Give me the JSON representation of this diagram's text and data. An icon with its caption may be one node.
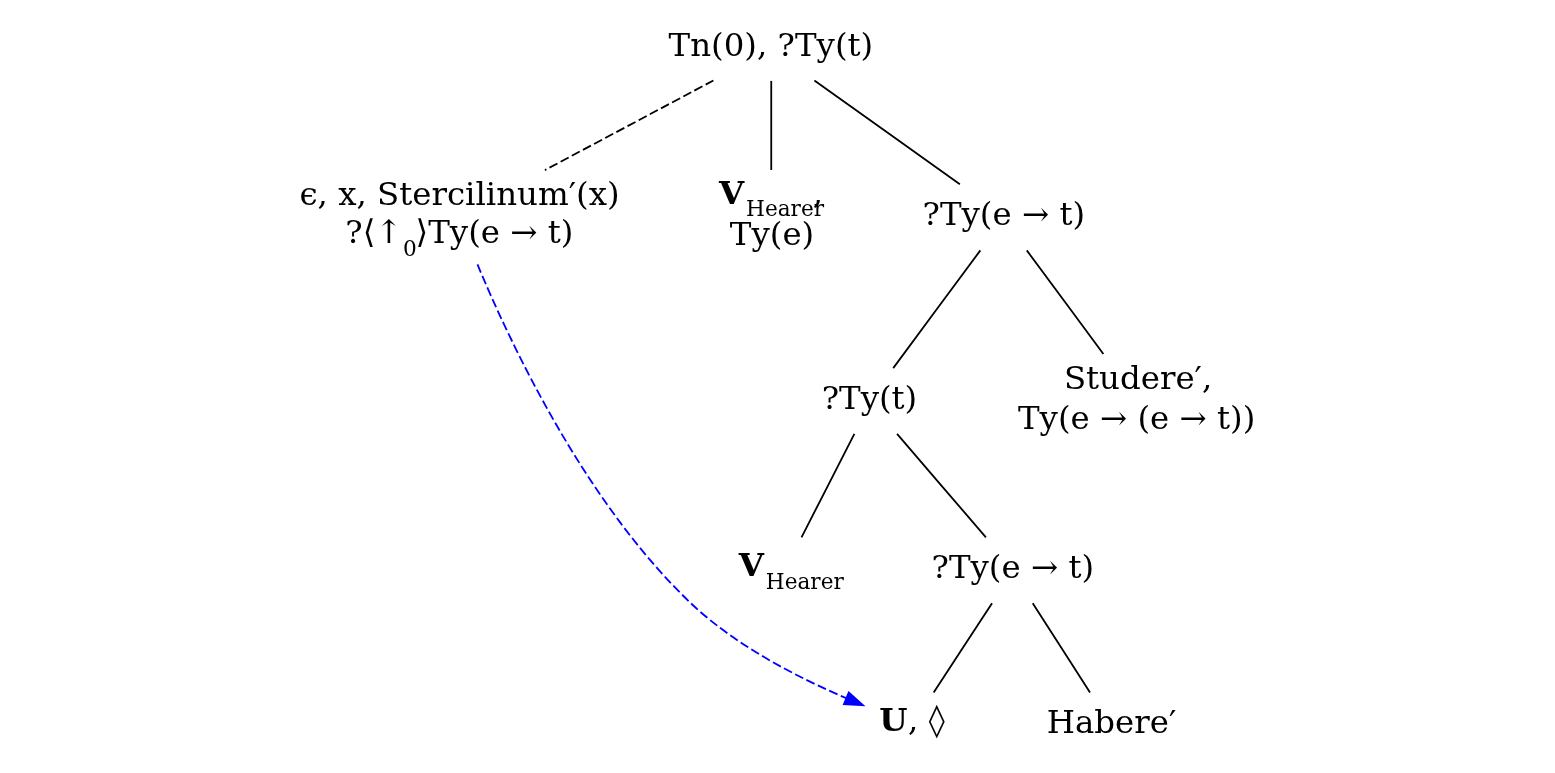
{
  "diagram": {
    "nodes": [
      {
        "text": [
          "Tn(0), ?Ty(t)"
        ]
      },
      {
        "text": [
          "ϵ, x, Stercilinum′(x)",
          "?⟨↑$_{0}$⟩Ty(e → t)"
        ]
      },
      {
        "text": [
          "**V**$_{Hearer}$,",
          "Ty(e)"
        ]
      },
      {
        "text": [
          "?Ty(e → t)"
        ]
      },
      {
        "text": [
          "?Ty(t)"
        ]
      },
      {
        "text": [
          "Studere′,",
          "Ty(e → (e → t))"
        ]
      },
      {
        "text": [
          "**V**$_{Hearer}$"
        ]
      },
      {
        "text": [
          "?Ty(e → t)"
        ]
      },
      {
        "text": [
          "**U**, ◊"
        ]
      },
      {
        "text": [
          "Habere′"
        ]
      }
    ],
    "edges": [
      {
        "from": 0,
        "to": 1,
        "arrow": "none",
        "style": "dashed"
      },
      {
        "from": 0,
        "to": 2,
        "arrow": "none"
      },
      {
        "from": 0,
        "to": 3,
        "arrow": "none"
      },
      {
        "from": 3,
        "to": 4,
        "arrow": "none"
      },
      {
        "from": 3,
        "to": 5,
        "arrow": "none"
      },
      {
        "from": 4,
        "to": 6,
        "arrow": "none"
      },
      {
        "from": 4,
        "to": 7,
        "arrow": "none"
      },
      {
        "from": 7,
        "to": 8,
        "arrow": "none"
      },
      {
        "from": 7,
        "to": 9,
        "arrow": "none"
      },
      {
        "from": 1,
        "to": 8,
        "arrow": "to",
        "style": "dashed",
        "color": "#0000ff"
      }
    ]
  }
}
